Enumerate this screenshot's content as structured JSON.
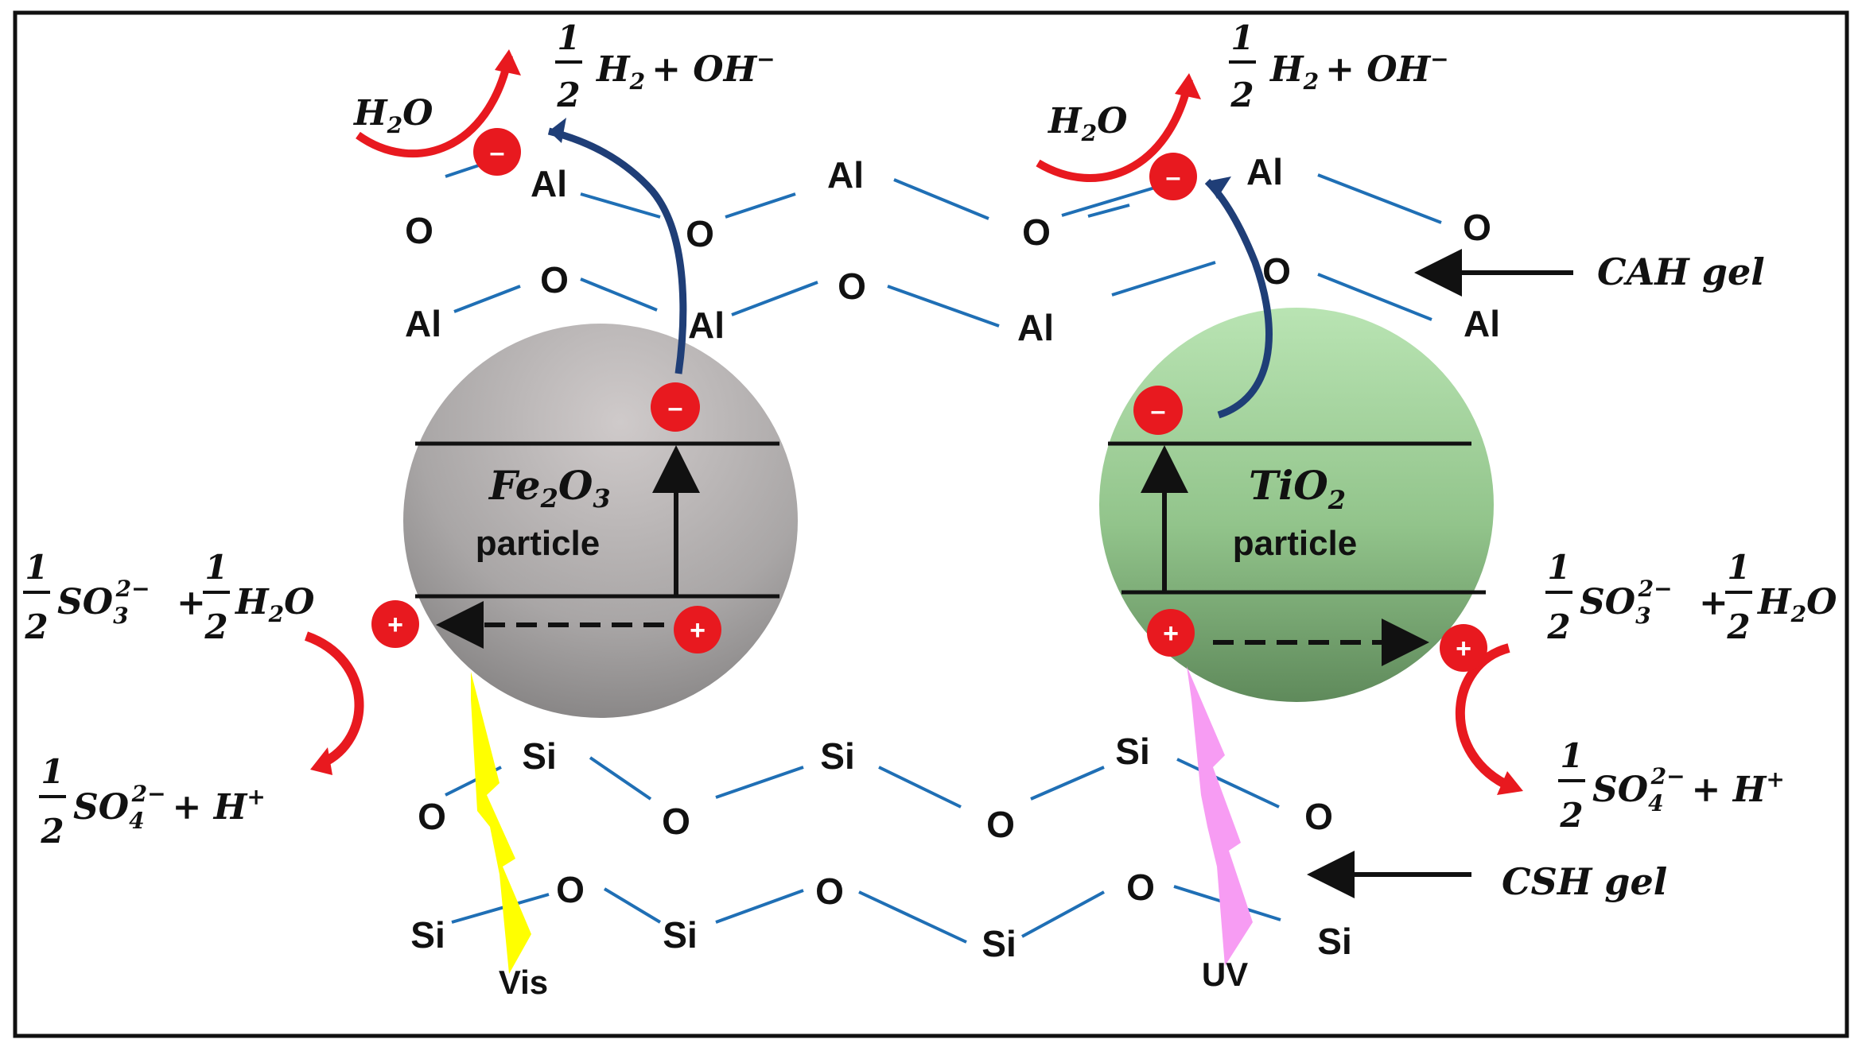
{
  "atoms": {
    "al": "Al",
    "o": "O",
    "si": "Si"
  },
  "particles": {
    "left": {
      "formula_base1": "Fe",
      "sub1": "2",
      "formula_base2": "O",
      "sub2": "3",
      "label": "particle"
    },
    "right": {
      "formula_base": "TiO",
      "sub": "2",
      "label": "particle"
    }
  },
  "charges": {
    "minus": "–",
    "plus": "+"
  },
  "reactions": {
    "h2o_base": "H",
    "h2o_sub": "2",
    "h2o_tail": "O",
    "frac_num": "1",
    "frac_den": "2",
    "h2_base": "H",
    "h2_sub": "2",
    "plus_oh": "+ OH",
    "oh_sup": "−",
    "so3_base": "SO",
    "so3_sub": "3",
    "so3_sup": "2−",
    "plus_sign": "+",
    "so4_base": "SO",
    "so4_sub": "4",
    "so4_sup": "2−",
    "h_plus": "+ H",
    "h_sup": "+"
  },
  "gels": {
    "cah": "CAH gel",
    "csh": "CSH gel"
  },
  "light": {
    "vis": "Vis",
    "uv": "UV"
  },
  "colors": {
    "bond": "#1f6fb5",
    "charge": "#e8191f",
    "arrow_red": "#e8191f",
    "fe2o3": "#a8a6a6",
    "tio2": "#9fd29a",
    "vis": "#ffff00",
    "uv": "#f79cf3",
    "electron_path": "#1f3e77"
  }
}
